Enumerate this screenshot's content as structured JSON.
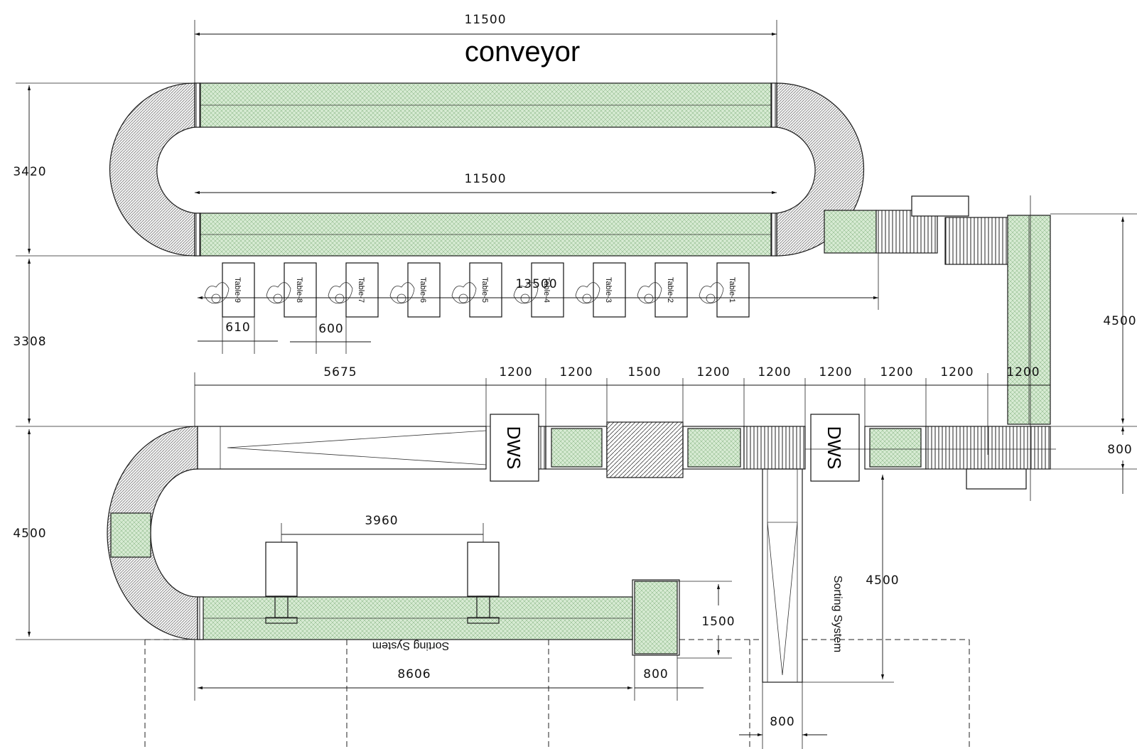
{
  "title": "conveyor",
  "dws_label": "DWS",
  "sorting_label": "Sorting System",
  "tables": [
    "Table-9",
    "Table-8",
    "Table-7",
    "Table-6",
    "Table-5",
    "Table-4",
    "Table-3",
    "Table-2",
    "Table-1"
  ],
  "dimensions": {
    "top_length": "11500",
    "inner_length": "11500",
    "loop_height": "3420",
    "table_span": "13500",
    "table_width": "610",
    "table_gap": "600",
    "middle_height": "3308",
    "right_height": "4500",
    "lower_height": "4500",
    "line_width": "800",
    "seg_5675": "5675",
    "seg_a": "1200",
    "seg_b": "1200",
    "seg_c": "1500",
    "seg_d": "1200",
    "seg_e": "1200",
    "seg_f": "1200",
    "seg_g": "1200",
    "seg_h": "1200",
    "seg_i": "1200",
    "lift_spacing": "3960",
    "bottom_length": "8606",
    "end_width": "800",
    "end_height": "1500",
    "sorter_height": "4500",
    "sorter_width": "800"
  },
  "colors": {
    "belt_fill": "#d6ead2",
    "belt_hatch": "#7fae7a",
    "line": "#1a1a1a"
  }
}
